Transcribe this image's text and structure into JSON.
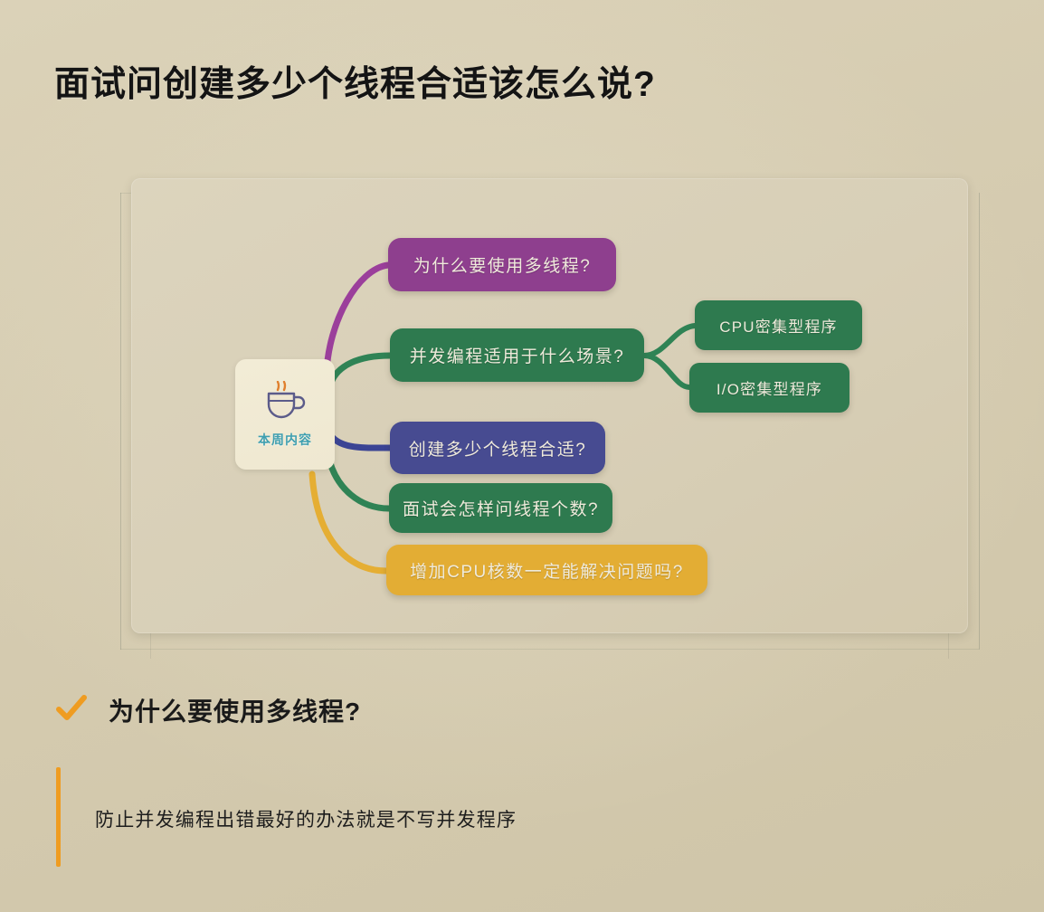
{
  "page": {
    "title": "面试问创建多少个线程合适该怎么说?",
    "background_color": "#d6ccb1"
  },
  "mindmap": {
    "root": {
      "label": "本周内容",
      "icon": "coffee-cup-icon",
      "label_color": "#3f9fb0",
      "background_color": "#f0e9d3"
    },
    "branches": [
      {
        "label": "为什么要使用多线程?",
        "color": "#8e3f8e",
        "connector_color": "#9b3f9b",
        "children": []
      },
      {
        "label": "并发编程适用于什么场景?",
        "color": "#2e7a4f",
        "connector_color": "#2f8355",
        "children": [
          {
            "label": "CPU密集型程序",
            "color": "#2e7a4f"
          },
          {
            "label": "I/O密集型程序",
            "color": "#2e7a4f"
          }
        ]
      },
      {
        "label": "创建多少个线程合适?",
        "color": "#474b91",
        "connector_color": "#3b4494",
        "children": []
      },
      {
        "label": "面试会怎样问线程个数?",
        "color": "#2e7a4f",
        "connector_color": "#2f8355",
        "children": []
      },
      {
        "label": "增加CPU核数一定能解决问题吗?",
        "color": "#e3ad34",
        "connector_color": "#e5ae33",
        "children": []
      }
    ]
  },
  "section": {
    "check_icon": "check-icon",
    "heading": "为什么要使用多线程?",
    "accent_color": "#ef9c21",
    "body": "防止并发编程出错最好的办法就是不写并发程序"
  }
}
